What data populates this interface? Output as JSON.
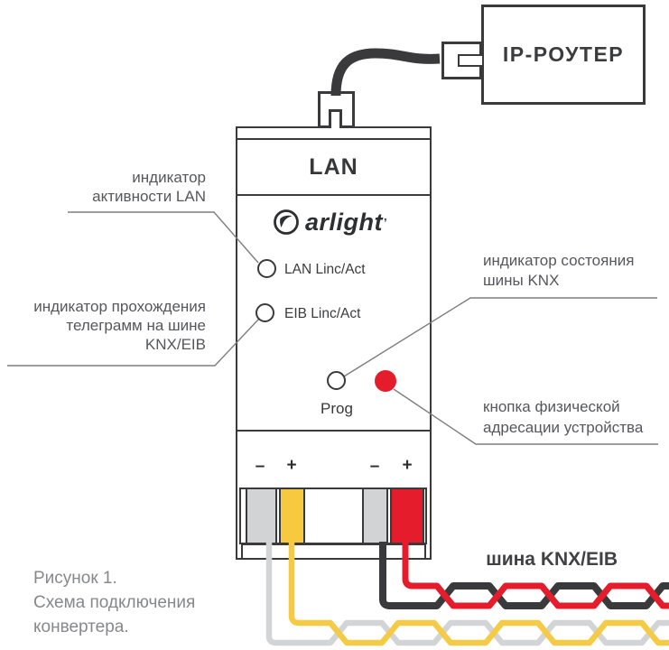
{
  "figure": {
    "caption": {
      "lines": [
        "Рисунок 1.",
        "Схема подключения",
        "конвертера."
      ]
    }
  },
  "router": {
    "label": "IP-РОУТЕР"
  },
  "device": {
    "port_label": "LAN",
    "brand": "arlight",
    "brand_tick": "’",
    "led_lan_label": "LAN Linc/Act",
    "led_eib_label": "EIB Linc/Act",
    "prog_label": "Prog",
    "terminal_signs": [
      "–",
      "+",
      "–",
      "+"
    ]
  },
  "annotations": {
    "lan_activity": {
      "lines": [
        "индикатор",
        "активности LAN"
      ]
    },
    "telegram": {
      "lines": [
        "индикатор прохождения",
        "телеграмм на шине",
        "KNX/EIB"
      ]
    },
    "knx_status": {
      "lines": [
        "индикатор состояния",
        "шины KNX"
      ]
    },
    "prog_button": {
      "lines": [
        "кнопка физической",
        "адресации устройства"
      ]
    }
  },
  "bus_label": "шина KNX/EIB",
  "colors": {
    "outline_dark": "#3a3a3c",
    "wire_red": "#e51c2b",
    "wire_black": "#3a3a3c",
    "wire_yellow": "#f5ca45",
    "wire_gray": "#d3d4d6",
    "terminal_gray": "#d2d3d5",
    "terminal_yellow": "#f7c93e",
    "terminal_red": "#e51c2b",
    "leader_line_gray": "#7d7e81",
    "annotation_text": "#56575b",
    "caption_text": "#86888b"
  }
}
